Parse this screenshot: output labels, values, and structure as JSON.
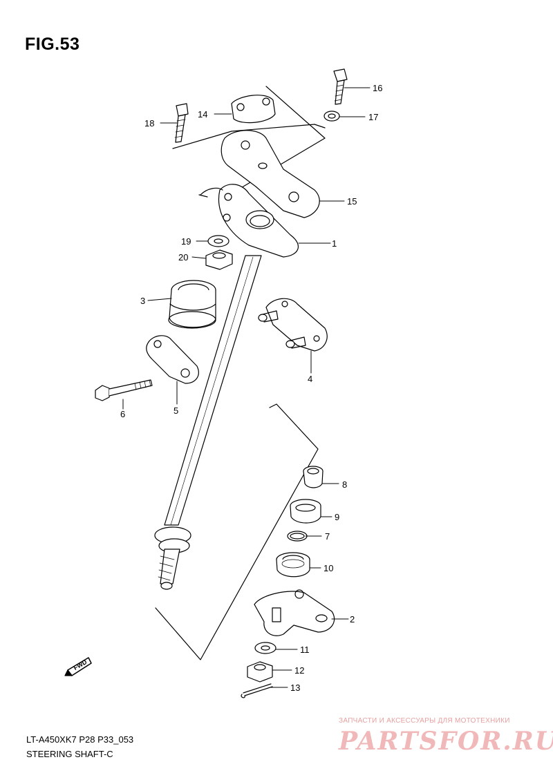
{
  "figure": {
    "title": "FIG.53",
    "code": "LT-A450XK7 P28 P33_053",
    "name": "STEERING SHAFT-C"
  },
  "fwd_label": "FWD",
  "callouts": [
    "1",
    "2",
    "3",
    "4",
    "5",
    "6",
    "7",
    "8",
    "9",
    "10",
    "11",
    "12",
    "13",
    "14",
    "15",
    "16",
    "17",
    "18",
    "19",
    "20"
  ],
  "watermark": {
    "line1": "ЗАПЧАСТИ И АКСЕССУАРЫ ДЛЯ МОТОТЕХНИКИ",
    "logo": "PARTSFOR.RU"
  }
}
